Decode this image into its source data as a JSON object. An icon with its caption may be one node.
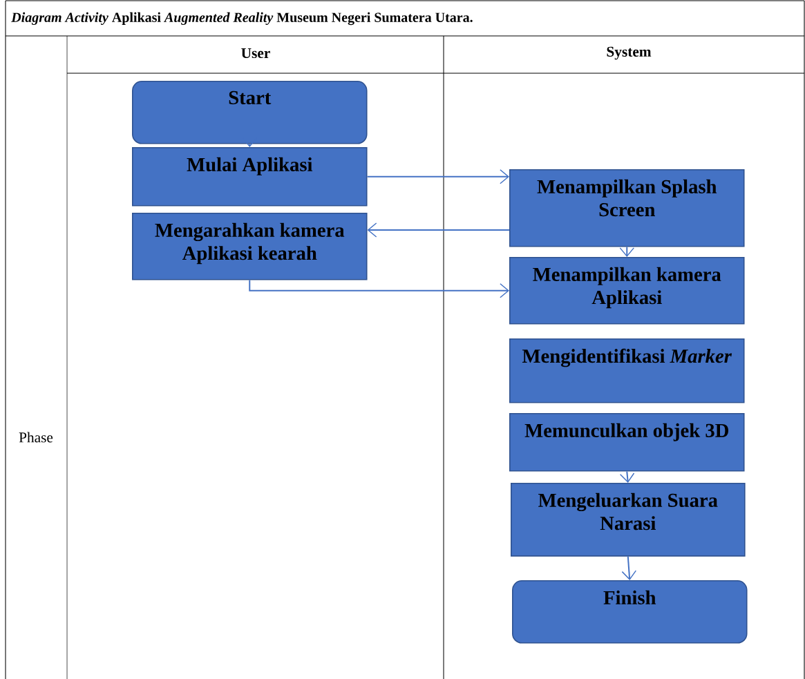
{
  "diagram": {
    "title": "*Diagram Activity* Aplikasi *Augmented Reality* Museum Negeri Sumatera Utara.",
    "nodes": [
      {
        "text": [
          "Start"
        ]
      },
      {
        "text": [
          "Mulai Aplikasi"
        ]
      },
      {
        "text": [
          "Mengarahkan kamera Aplikasi kearah"
        ]
      },
      {
        "text": [
          "Menampilkan Splash Screen"
        ]
      },
      {
        "text": [
          "Menampilkan kamera Aplikasi"
        ]
      },
      {
        "text": [
          "Mengidentifikasi *Marker*"
        ]
      },
      {
        "text": [
          "Memunculkan objek 3D"
        ]
      },
      {
        "text": [
          "Mengeluarkan Suara Narasi"
        ]
      },
      {
        "text": [
          "Finish"
        ]
      }
    ],
    "edges": [
      {
        "from": 0,
        "to": 1,
        "arrow": "to"
      },
      {
        "from": 1,
        "to": 3,
        "arrow": "to"
      },
      {
        "from": 3,
        "to": 2,
        "arrow": "to"
      },
      {
        "from": 2,
        "to": 4,
        "arrow": "to"
      },
      {
        "from": 3,
        "to": 4,
        "arrow": "to"
      },
      {
        "from": 6,
        "to": 7,
        "arrow": "to"
      },
      {
        "from": 7,
        "to": 8,
        "arrow": "to"
      }
    ],
    "labels": [
      "User",
      "System",
      "Phase"
    ]
  }
}
